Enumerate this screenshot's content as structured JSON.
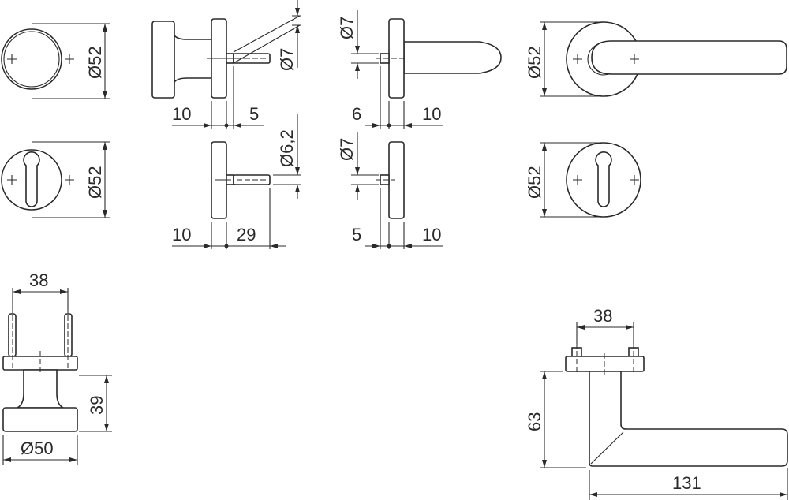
{
  "title": "Door furniture technical drawing (dimensions in mm)",
  "dimensions": {
    "rose_diameter": "Ø52",
    "escutcheon_diameter": "Ø52",
    "lever_rose_diameter": "Ø52",
    "lever_escutcheon_diameter": "Ø52",
    "knob_pin_diameter": "Ø7",
    "knob_rose_thickness": "10",
    "knob_stub_length": "5",
    "escutcheon_pin_diameter": "Ø6,2",
    "escutcheon_plate_thickness": "10",
    "escutcheon_pin_length": "29",
    "lever_pin_diameter": "Ø7",
    "lever_stub_length": "6",
    "lever_rose_thickness": "10",
    "lever_esc_pin_diameter": "Ø7",
    "lever_esc_stub_length": "5",
    "lever_esc_plate_thickness": "10",
    "knob_pin_spacing": "38",
    "knob_projection": "39",
    "knob_diameter": "Ø50",
    "lever_pin_spacing": "38",
    "lever_projection": "63",
    "lever_length": "131"
  }
}
